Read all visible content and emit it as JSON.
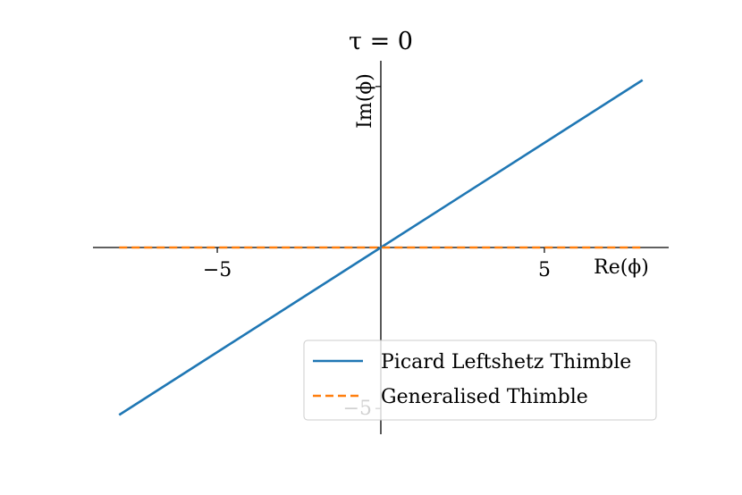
{
  "chart_data": {
    "type": "line",
    "title": "τ = 0",
    "xlabel": "Re(ϕ)",
    "ylabel": "Im(ϕ)",
    "xlim": [
      -8.8,
      8.8
    ],
    "ylim": [
      -5.8,
      5.8
    ],
    "xticks": [
      -5,
      5
    ],
    "xtick_labels": [
      "−5",
      "5"
    ],
    "yticks": [
      -5,
      5
    ],
    "ytick_labels": [
      "−5",
      ""
    ],
    "grid": false,
    "legend_position": "lower-right",
    "series": [
      {
        "name": "Picard Leftshetz Thimble",
        "color": "#1f77b4",
        "style": "solid",
        "x": [
          -8,
          8
        ],
        "y": [
          -5.2,
          5.2
        ]
      },
      {
        "name": "Generalised Thimble",
        "color": "#ff7f0e",
        "style": "dashed",
        "x": [
          -8,
          8
        ],
        "y": [
          0,
          0
        ]
      }
    ]
  }
}
